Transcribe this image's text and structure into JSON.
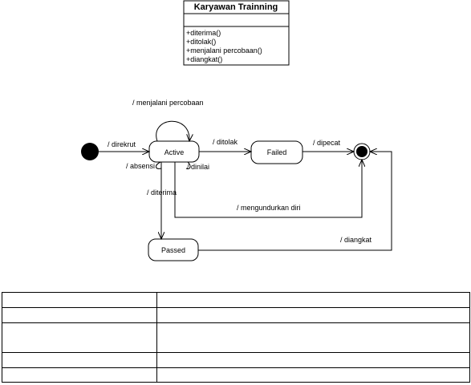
{
  "class_box": {
    "name": "Karyawan Trainning",
    "operations": [
      "+diterima()",
      "+ditolak()",
      "+menjalani percobaan()",
      "+diangkat()"
    ]
  },
  "states": {
    "active": "Active",
    "failed": "Failed",
    "passed": "Passed"
  },
  "transitions": {
    "direkrut": "/ direkrut",
    "menjalani_percobaan": "/ menjalani percobaan",
    "absensi": "/ absensi",
    "dinilai": "/ dinilai",
    "ditolak": "/ ditolak",
    "dipecat": "/ dipecat",
    "diterima": "/ diterima",
    "mengundurkan_diri": "/ mengundurkan diri",
    "diangkat": "/ diangkat"
  },
  "table": {
    "rows": [
      [
        "",
        ""
      ],
      [
        "",
        ""
      ],
      [
        "",
        ""
      ],
      [
        "",
        ""
      ],
      [
        "",
        ""
      ]
    ]
  }
}
